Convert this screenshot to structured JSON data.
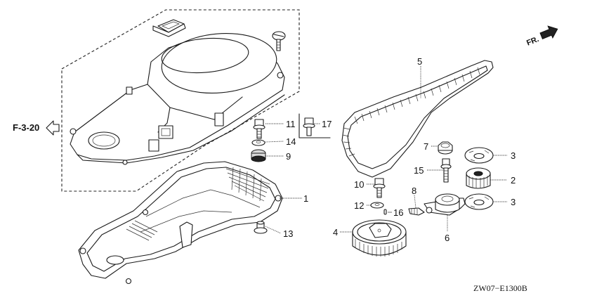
{
  "diagram": {
    "type": "exploded-parts-diagram",
    "drawing_code": "ZW07−E1300B",
    "reference": {
      "label": "F-3-20",
      "icon": "hollow-arrow-left-icon"
    },
    "orientation": {
      "label": "FR.",
      "icon": "solid-arrow-right-icon"
    },
    "callouts": [
      {
        "id": "1",
        "label": "1",
        "part": "lower-timing-belt-cover"
      },
      {
        "id": "2",
        "label": "2",
        "part": "crankshaft-pulley"
      },
      {
        "id": "3a",
        "label": "3",
        "part": "guide-plate-upper"
      },
      {
        "id": "3b",
        "label": "3",
        "part": "guide-plate-lower"
      },
      {
        "id": "4",
        "label": "4",
        "part": "camshaft-pulley"
      },
      {
        "id": "5",
        "label": "5",
        "part": "timing-belt"
      },
      {
        "id": "6",
        "label": "6",
        "part": "tensioner"
      },
      {
        "id": "7",
        "label": "7",
        "part": "tensioner-nut"
      },
      {
        "id": "8",
        "label": "8",
        "part": "tensioner-spring"
      },
      {
        "id": "9",
        "label": "9",
        "part": "grommet"
      },
      {
        "id": "10",
        "label": "10",
        "part": "bolt"
      },
      {
        "id": "11",
        "label": "11",
        "part": "flange-bolt"
      },
      {
        "id": "12",
        "label": "12",
        "part": "washer"
      },
      {
        "id": "13",
        "label": "13",
        "part": "collar"
      },
      {
        "id": "14",
        "label": "14",
        "part": "washer"
      },
      {
        "id": "15",
        "label": "15",
        "part": "stud-bolt"
      },
      {
        "id": "16",
        "label": "16",
        "part": "dowel-pin"
      },
      {
        "id": "17",
        "label": "17",
        "part": "flange-bolt"
      }
    ]
  }
}
